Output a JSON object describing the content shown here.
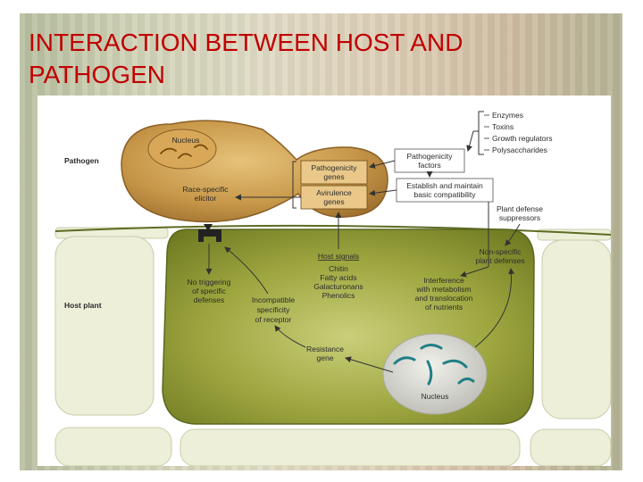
{
  "slide": {
    "title_line1": "INTERACTION BETWEEN HOST AND",
    "title_line2": "PATHOGEN"
  },
  "diagram": {
    "side_labels": {
      "pathogen": "Pathogen",
      "host_plant": "Host plant"
    },
    "pathogen_products": [
      "Enzymes",
      "Toxins",
      "Growth regulators",
      "Polysaccharides"
    ],
    "pathogen_cell": {
      "nucleus": "Nucleus",
      "pathogenicity_genes": [
        "Pathogenicity",
        "genes"
      ],
      "avirulence_genes": [
        "Avirulence",
        "genes"
      ],
      "race_specific_elicitor": [
        "Race-specific",
        "elicitor"
      ]
    },
    "pathogenicity_factors": [
      "Pathogenicity",
      "factors"
    ],
    "establish": [
      "Establish and maintain",
      "basic compatibility"
    ],
    "plant_defense_suppressors": [
      "Plant defense",
      "suppressors"
    ],
    "host_signals": {
      "heading": "Host signals",
      "items": [
        "Chitin",
        "Fatty acids",
        "Galacturonans",
        "Phenolics"
      ]
    },
    "non_specific_defenses": [
      "Non-specific",
      "plant defenses"
    ],
    "no_triggering": [
      "No triggering",
      "of specific",
      "defenses"
    ],
    "incompatible": [
      "Incompatible",
      "specificity",
      "of receptor"
    ],
    "interference": [
      "Interference",
      "with metabolism",
      "and translocation",
      "of nutrients"
    ],
    "resistance_gene": [
      "Resistance",
      "gene"
    ],
    "host_nucleus": "Nucleus",
    "colors": {
      "title": "#c00000",
      "pathogen_cell": "#c8984a",
      "host_cell": "#8f9a35",
      "host_wall": "#edefd8",
      "nucleus": "#c9c9c4"
    }
  }
}
